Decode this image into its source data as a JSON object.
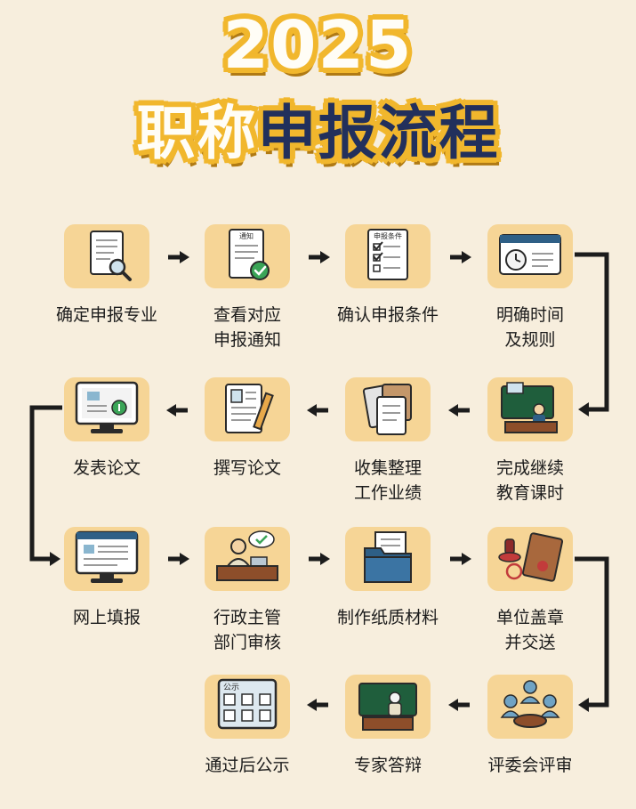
{
  "title": {
    "year": "2025",
    "part1": "职称",
    "part2": "申报流程"
  },
  "steps": [
    {
      "label": "确定申报专业",
      "icon": "document-magnifier-icon"
    },
    {
      "label": "查看对应\n申报通知",
      "icon": "notice-check-icon",
      "tag": "通知"
    },
    {
      "label": "确认申报条件",
      "icon": "checklist-icon",
      "tag": "申报条件"
    },
    {
      "label": "明确时间\n及规则",
      "icon": "clock-window-icon"
    },
    {
      "label": "完成继续\n教育课时",
      "icon": "classroom-icon"
    },
    {
      "label": "收集整理\n工作业绩",
      "icon": "files-folder-icon"
    },
    {
      "label": "撰写论文",
      "icon": "paper-pencil-icon"
    },
    {
      "label": "发表论文",
      "icon": "monitor-publish-icon"
    },
    {
      "label": "网上填报",
      "icon": "online-form-icon"
    },
    {
      "label": "行政主管\n部门审核",
      "icon": "reviewer-desk-icon"
    },
    {
      "label": "制作纸质材料",
      "icon": "paper-folder-icon"
    },
    {
      "label": "单位盖章\n并交送",
      "icon": "seal-envelope-icon"
    },
    {
      "label": "评委会评审",
      "icon": "committee-icon"
    },
    {
      "label": "专家答辩",
      "icon": "defense-board-icon"
    },
    {
      "label": "通过后公示",
      "icon": "publicity-board-icon",
      "tag": "公示"
    }
  ]
}
